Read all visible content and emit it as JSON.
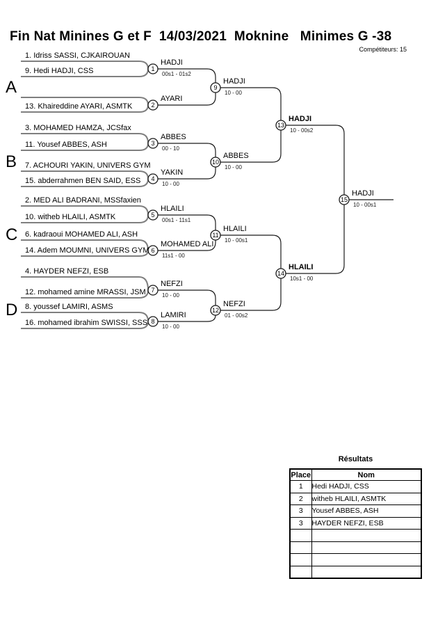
{
  "header": {
    "title": "Fin Nat Minines G et F  14/03/2021  Moknine   Minimes G -38",
    "competitors": "Compétiteurs: 15"
  },
  "bracket": {
    "groups": [
      "A",
      "B",
      "C",
      "D"
    ],
    "entries": [
      "1. Idriss SASSI, CJKAIROUAN",
      "9. Hedi HADJI, CSS",
      "13. Khaireddine AYARI, ASMTK",
      "3. MOHAMED HAMZA, JCSfax",
      "11. Yousef ABBES, ASH",
      "7. ACHOURI YAKIN, UNIVERS GYM",
      "15. abderrahmen BEN SAID, ESS",
      "2. MED ALI BADRANI, MSSfaxien",
      "10. witheb HLAILI, ASMTK",
      "6. kadraoui MOHAMED ALI, ASH",
      "14. Adem MOUMNI, UNIVERS GYM",
      "4. HAYDER NEFZI, ESB",
      "12. mohamed amine MRASSI, JSM",
      "8. youssef LAMIRI, ASMS",
      "16. mohamed ibrahim SWISSI, SSS"
    ],
    "matches": [
      {
        "num": "1",
        "winner": "HADJI",
        "score": "00s1 - 01s2"
      },
      {
        "num": "2",
        "winner": "AYARI",
        "score": ""
      },
      {
        "num": "3",
        "winner": "ABBES",
        "score": "00 - 10"
      },
      {
        "num": "4",
        "winner": "YAKIN",
        "score": "10 - 00"
      },
      {
        "num": "5",
        "winner": "HLAILI",
        "score": "00s1 - 11s1"
      },
      {
        "num": "6",
        "winner": "MOHAMED ALI",
        "score": "11s1 - 00"
      },
      {
        "num": "7",
        "winner": "NEFZI",
        "score": "10 - 00"
      },
      {
        "num": "8",
        "winner": "LAMIRI",
        "score": "10 - 00"
      },
      {
        "num": "9",
        "winner": "HADJI",
        "score": "10 - 00"
      },
      {
        "num": "10",
        "winner": "ABBES",
        "score": "10 - 00"
      },
      {
        "num": "11",
        "winner": "HLAILI",
        "score": "10 - 00s1"
      },
      {
        "num": "12",
        "winner": "NEFZI",
        "score": "01 - 00s2"
      },
      {
        "num": "13",
        "winner": "HADJI",
        "score": "10 - 00s2"
      },
      {
        "num": "14",
        "winner": "HLAILI",
        "score": "10s1 - 00"
      },
      {
        "num": "15",
        "winner": "HADJI",
        "score": "10 - 00s1"
      }
    ]
  },
  "results": {
    "title": "Résultats",
    "columns": {
      "place": "Place",
      "nom": "Nom"
    },
    "rows": [
      {
        "place": "1",
        "nom": "Hedi HADJI, CSS"
      },
      {
        "place": "2",
        "nom": "witheb HLAILI, ASMTK"
      },
      {
        "place": "3",
        "nom": "Yousef ABBES, ASH"
      },
      {
        "place": "3",
        "nom": "HAYDER NEFZI, ESB"
      },
      {
        "place": "",
        "nom": ""
      },
      {
        "place": "",
        "nom": ""
      },
      {
        "place": "",
        "nom": ""
      },
      {
        "place": "",
        "nom": ""
      }
    ]
  }
}
